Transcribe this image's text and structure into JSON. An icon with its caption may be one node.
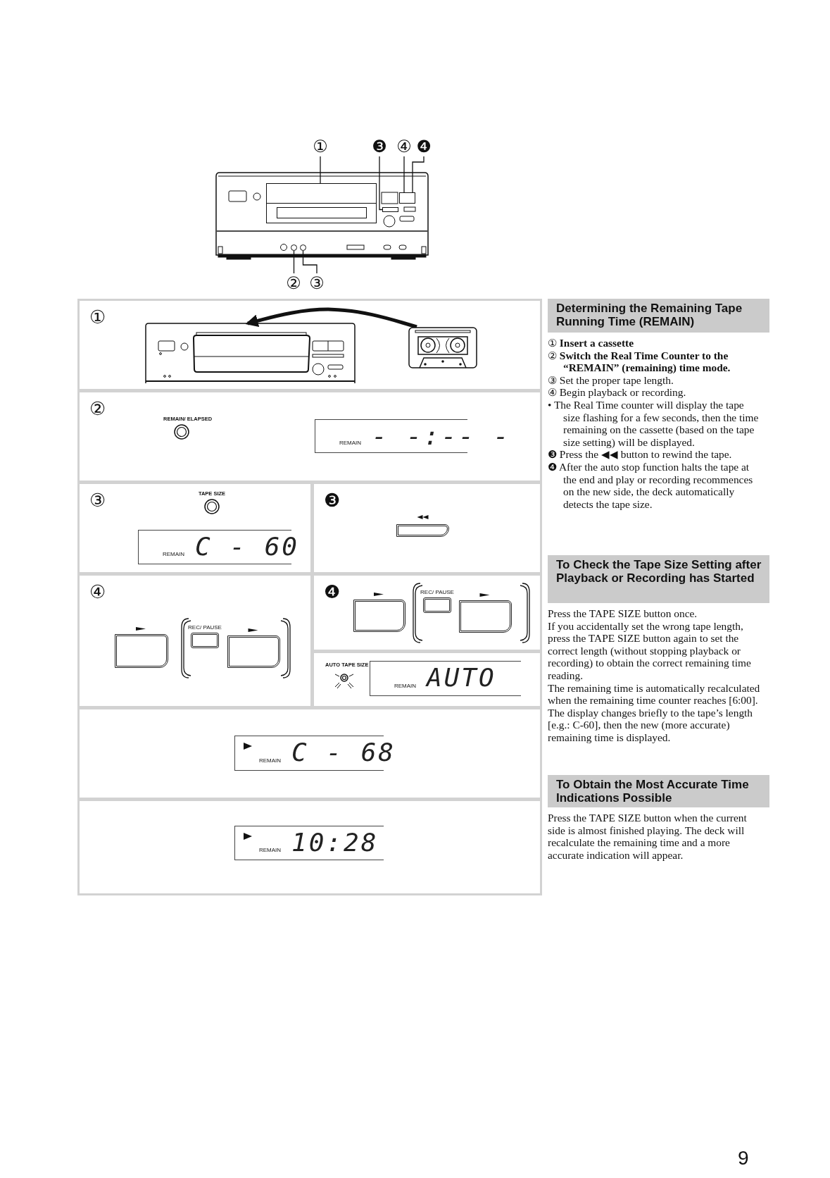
{
  "diagram": {
    "nodes": [
      {
        "text": [
          "①"
        ]
      },
      {
        "text": [
          "❸"
        ]
      },
      {
        "text": [
          "④"
        ]
      },
      {
        "text": [
          "❹"
        ]
      },
      {
        "text": [],
        "shape": "box"
      },
      {
        "text": [],
        "shape": "box"
      },
      {
        "text": [],
        "shape": "box"
      },
      {
        "text": [
          "②"
        ]
      },
      {
        "text": [
          "③"
        ]
      },
      {
        "text": [],
        "shape": "circle"
      },
      {
        "text": [],
        "shape": "circle"
      },
      {
        "text": [
          "①"
        ]
      },
      {
        "text": [],
        "shape": "picture",
        "in": 11
      },
      {
        "text": [],
        "shape": "picture",
        "in": 11
      },
      {
        "text": [
          "②"
        ]
      },
      {
        "text": [
          "REMAIN/ ELAPSED"
        ],
        "in": 14
      },
      {
        "text": [
          "REMAIN",
          "- -:-- -"
        ],
        "in": 14
      },
      {
        "text": [
          "③"
        ]
      },
      {
        "text": [
          "TAPE SIZE"
        ],
        "in": 17
      },
      {
        "text": [
          "REMAIN",
          "C - 60"
        ],
        "in": 17
      },
      {
        "text": [
          "❸"
        ]
      },
      {
        "text": [],
        "shape": "box",
        "in": 20
      },
      {
        "text": [
          "④"
        ]
      },
      {
        "text": [],
        "shape": "box",
        "in": 22
      },
      {
        "text": [
          "REC/ PAUSE"
        ],
        "in": 22
      },
      {
        "text": [],
        "shape": "box",
        "in": 22
      },
      {
        "text": [
          "❹"
        ]
      },
      {
        "text": [],
        "shape": "box",
        "in": 26
      },
      {
        "text": [
          "REC/ PAUSE"
        ],
        "in": 26
      },
      {
        "text": [],
        "shape": "box",
        "in": 26
      },
      {
        "text": [],
        "shape": "box"
      },
      {
        "text": [
          "AUTO TAPE SIZE"
        ],
        "in": 30
      },
      {
        "text": [
          "REMAIN",
          "AUTO"
        ],
        "in": 30
      },
      {
        "text": [],
        "shape": "box"
      },
      {
        "text": [
          "REMAIN",
          "C - 68"
        ],
        "in": 33
      },
      {
        "text": [],
        "shape": "box"
      },
      {
        "text": [
          "REMAIN",
          "10:28"
        ],
        "in": 35
      },
      {
        "text": [
          "Determining the Remaining Tape Running Time (REMAIN)"
        ],
        "beside": [
          "① **Insert a cassette**",
          "② **Switch the Real Time Counter to the “REMAIN” (remaining) time mode.**",
          "③ Set the proper tape length.",
          "④ Begin playback or recording.",
          "• The Real Time counter will display the tape size flashing for a few seconds, then the time remaining on the cassette (based on the tape size setting) will be displayed.",
          "❸ Press the ◀◀ button to rewind the tape.",
          "❹ After the auto stop function halts the tape at the end and play or recording recommences on the new side, the deck automatically detects the tape size."
        ]
      },
      {
        "text": [
          "To Check the Tape Size Setting after Playback or Recording has Started"
        ],
        "beside": [
          "Press the TAPE SIZE button once.",
          "If you accidentally set the wrong tape length, press the TAPE SIZE button again to set the correct length (without stopping playback or recording) to obtain the correct remaining time reading.",
          "The remaining time is automatically recalculated when the remaining time counter reaches [6:00]. The display changes briefly to the tape’s length [e.g.: C-60], then the new (more accurate) remaining time is displayed."
        ]
      },
      {
        "text": [
          "To Obtain the Most Accurate Time Indications Possible"
        ],
        "beside": [
          "Press the TAPE SIZE button when the current side is almost finished playing. The deck will recalculate the remaining time and a more accurate indication will appear."
        ]
      }
    ],
    "edges": [
      {
        "from": 0,
        "to": 4,
        "arrow": "none"
      },
      {
        "from": 1,
        "to": 5,
        "arrow": "none"
      },
      {
        "from": 2,
        "to": 6,
        "arrow": "none"
      },
      {
        "from": 3,
        "to": 6,
        "arrow": "none"
      },
      {
        "from": 7,
        "to": 9,
        "arrow": "none"
      },
      {
        "from": 8,
        "to": 10,
        "arrow": "none"
      },
      {
        "from": 13,
        "to": 12,
        "arrow": "to",
        "style": "thick"
      }
    ],
    "labels": [
      "9"
    ]
  }
}
